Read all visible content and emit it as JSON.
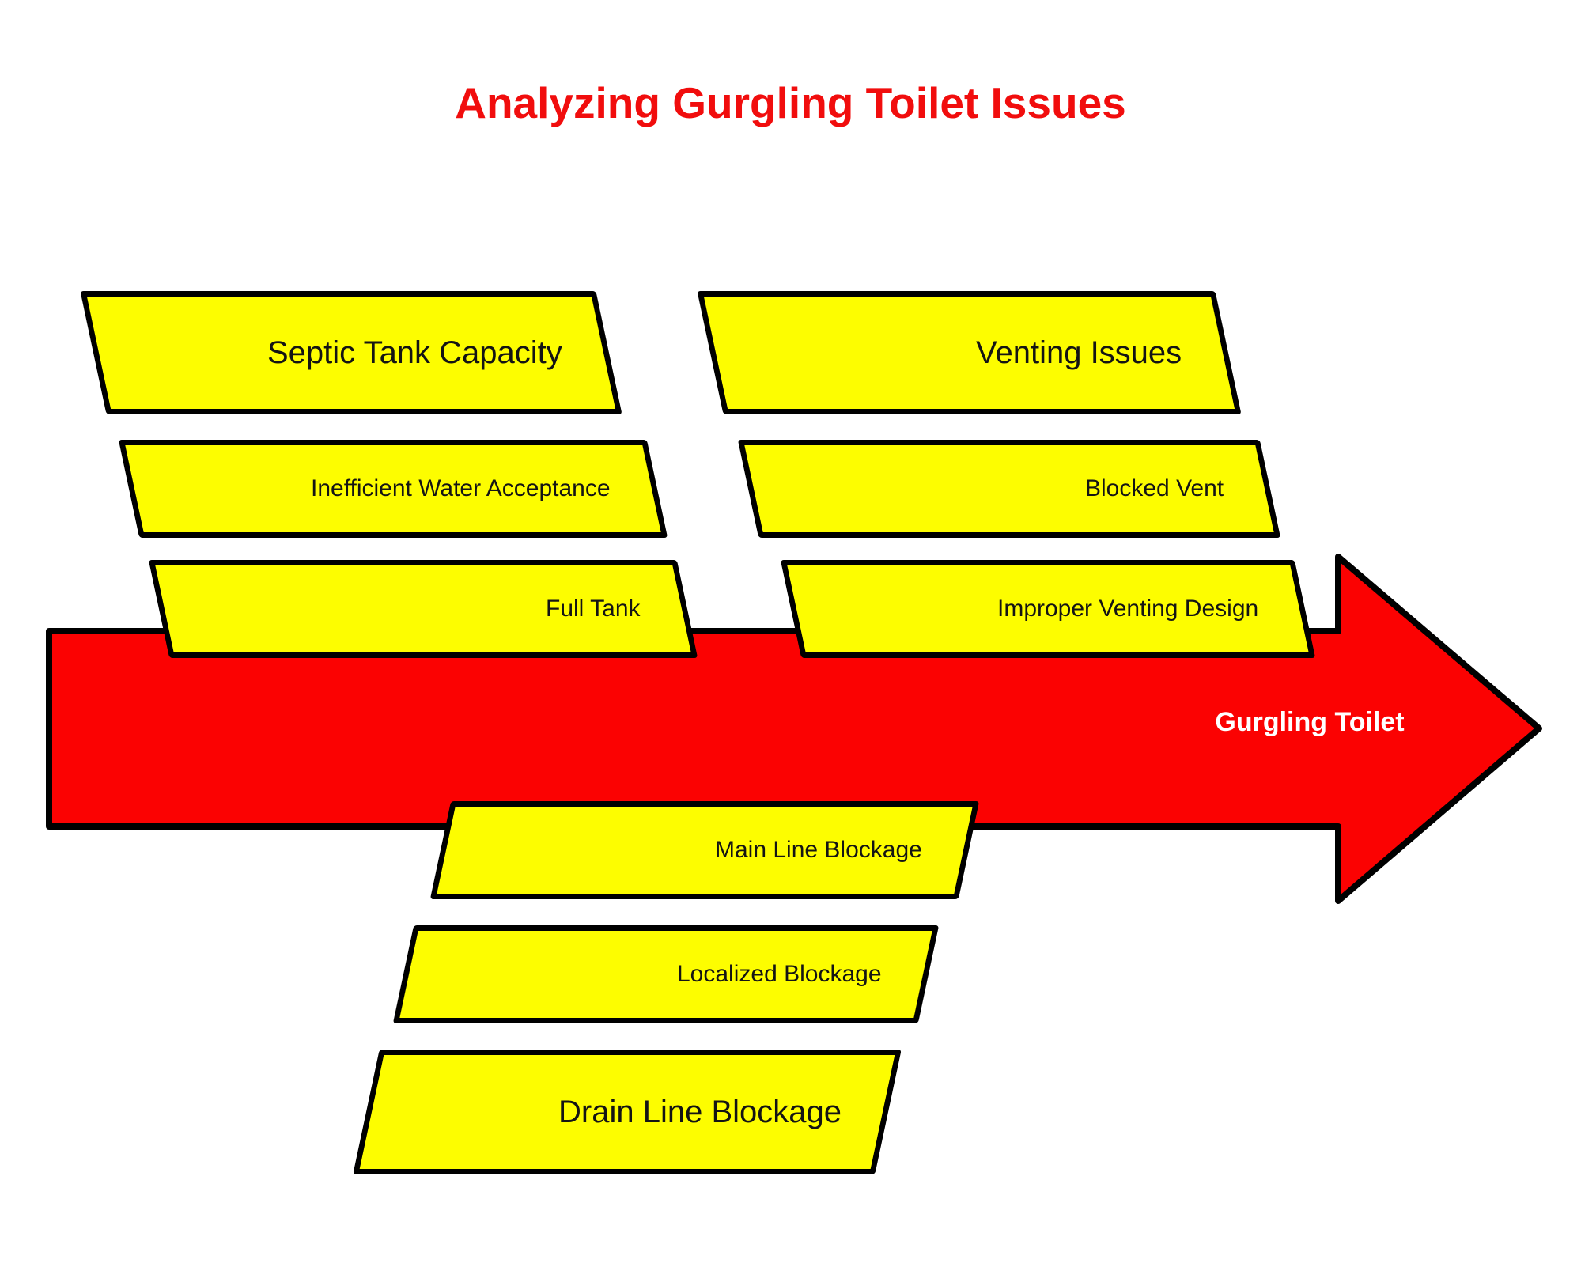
{
  "title": {
    "text": "Analyzing Gurgling Toilet Issues"
  },
  "effect": {
    "label": "Gurgling Toilet"
  },
  "groups": [
    {
      "name": "septic-tank-capacity",
      "position": "top-left",
      "category": "Septic Tank Capacity",
      "causes": [
        "Inefficient Water Acceptance",
        "Full Tank"
      ]
    },
    {
      "name": "venting-issues",
      "position": "top-right",
      "category": "Venting Issues",
      "causes": [
        "Blocked Vent",
        "Improper Venting Design"
      ]
    },
    {
      "name": "drain-line-blockage",
      "position": "bottom",
      "category": "Drain Line Blockage",
      "causes": [
        "Main Line Blockage",
        "Localized Blockage"
      ]
    }
  ],
  "colors": {
    "title": "#f10d0d",
    "arrow_fill": "#fb0202",
    "box_fill": "#fdfd00",
    "box_border": "#000000",
    "box_text": "#141414",
    "arrow_label": "#ffffff",
    "background": "#ffffff"
  }
}
